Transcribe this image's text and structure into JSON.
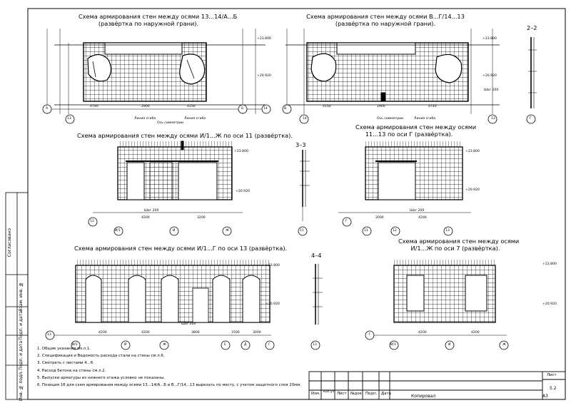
{
  "schemes": [
    {
      "title": "Схема армирования стен между осями 13...14/А...Б",
      "subtitle": "(развёртка по наружной грани)."
    },
    {
      "title": "Схема армирования стен между осями В...Г/14...13",
      "subtitle": "(развёртка по наружной грани)."
    },
    {
      "title": "Схема армирования стен между осями И/1...Ж по оси 11 (развёртка)."
    },
    {
      "title": "Схема армирования стен между осями",
      "subtitle": "11...13 по оси Г (развёртка)."
    },
    {
      "title": "Схема армирования стен между осями И/1...Г по оси 13 (развёртка)."
    },
    {
      "title": "Схема армирования стен между осями",
      "subtitle": "И/1...Ж по оси 7 (развёртка)."
    }
  ],
  "sections": {
    "s22": "2–2",
    "s33": "3–3",
    "s44": "4–4"
  },
  "axes": {
    "s1": [
      "А",
      "13",
      "Б",
      "14"
    ],
    "s2": [
      "В",
      "14",
      "13",
      "Г"
    ],
    "s3": [
      "11",
      "И/1",
      "И",
      "Ж"
    ],
    "s33": [
      "11"
    ],
    "s4": [
      "Г",
      "11",
      "12",
      "13"
    ],
    "s5": [
      "13",
      "И/1",
      "И",
      "Ж",
      "Е",
      "Д",
      "Г"
    ],
    "s44": [
      "13"
    ],
    "s6": [
      "7",
      "И/1",
      "И",
      "Ж"
    ]
  },
  "levels": {
    "top": "+23.800",
    "bottom": "+20.920"
  },
  "dims": {
    "s1": [
      "4740",
      "2900",
      "4150"
    ],
    "s2": [
      "4150",
      "2900",
      "4740"
    ],
    "s3": [
      "4200",
      "3200"
    ],
    "s4": [
      "2000",
      "4200"
    ],
    "s5": [
      "4200",
      "4200",
      "3800",
      "1500",
      "3000"
    ],
    "s6": [
      "4200",
      "4200"
    ]
  },
  "labels": {
    "edge_line": "Линия сгиба",
    "symmetry_axis": "Ось симметрии",
    "step200": "Шаг 200"
  },
  "notes": [
    "1. Общие указания см.л.1.",
    "2. Спецификация и Ведомость расхода стали на стены см.л.6.",
    "3. Смотреть с листами 4...6.",
    "4. Расход бетона на стены см.л.2.",
    "5. Выпуски арматуры из нижнего этажа условно не показаны.",
    "6. Позиция 16 для схем армирования между осями 13...14/А...Б и В...Г/14...13 вырезать по месту, с учетом защитного слоя 20мм."
  ],
  "binding": {
    "agreed": "Согласовано",
    "replace": "Взам. инв. №",
    "sign_date": "Подп. и дата",
    "sign_orig": "Подп. и дата",
    "inv_no": "Инв. № подл."
  },
  "stamp": {
    "cols": [
      "Изм.",
      "Кол.уч.",
      "Лист",
      "№док.",
      "Подп.",
      "Дата"
    ],
    "sheet_label": "Лист",
    "sheet_number": "5.2",
    "copied": "Копировал",
    "format": "А3"
  }
}
